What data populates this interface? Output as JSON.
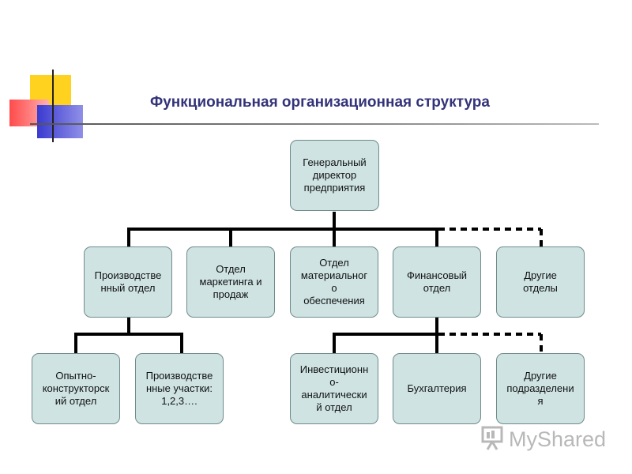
{
  "title": "Функциональная организационная структура",
  "nodes": {
    "ceo": "Генеральный\nдиректор\nпредприятия",
    "production": "Производстве\nнный отдел",
    "marketing": "Отдел\nмаркетинга и\nпродаж",
    "material": "Отдел\nматериальног\nо\nобеспечения",
    "finance": "Финансовый\nотдел",
    "other_depts": "Другие\nотделы",
    "design": "Опытно-\nконструкторск\nий отдел",
    "prod_sites": "Производстве\nнные участки:\n1,2,3….",
    "invest": "Инвестиционн\nо-\nаналитически\nй отдел",
    "accounting": "Бухгалтерия",
    "other_units": "Другие\nподразделени\nя"
  },
  "watermark": {
    "text": "MyShared",
    "icon": "presentation-board-icon"
  },
  "colors": {
    "box_fill": "#cfe3e3",
    "title": "#33337a",
    "connector": "#000000"
  }
}
